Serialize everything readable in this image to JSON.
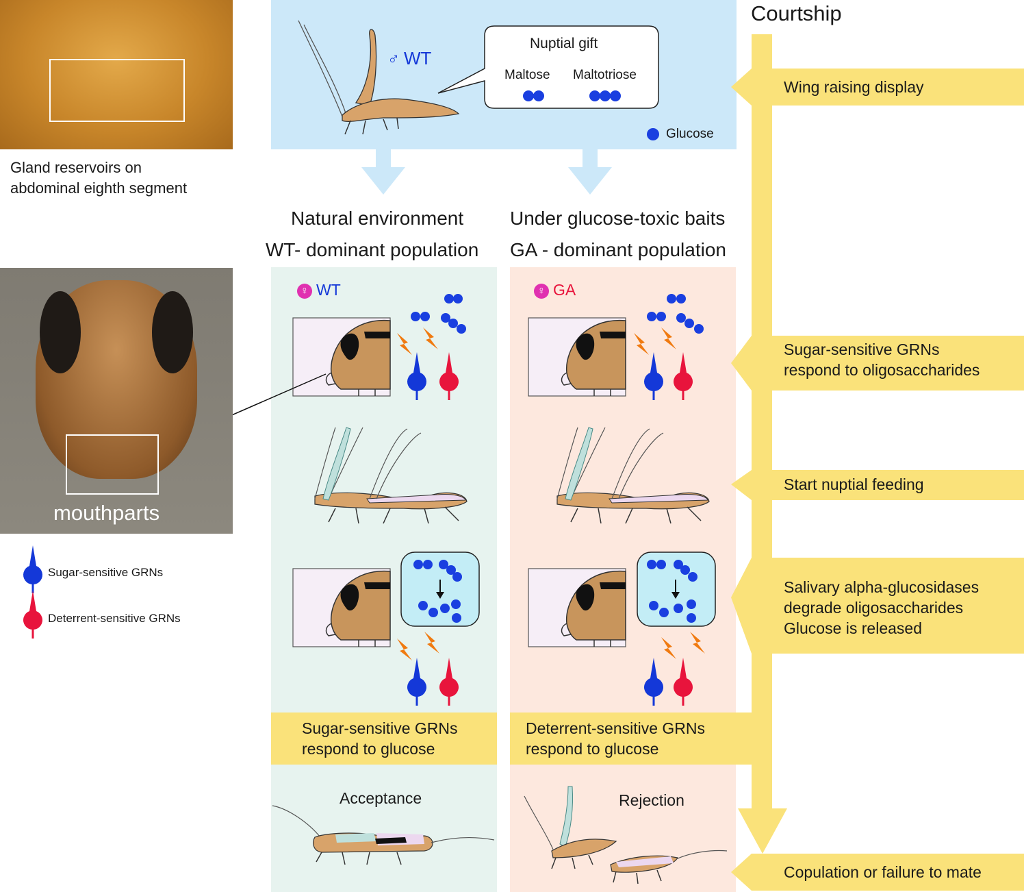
{
  "photos": {
    "gland_caption_line1": "Gland reservoirs on",
    "gland_caption_line2": "abdominal eighth segment",
    "mouthparts_label": "mouthparts"
  },
  "legend": {
    "sugar": "Sugar-sensitive GRNs",
    "deterrent": "Deterrent-sensitive GRNs"
  },
  "top_panel": {
    "male_label": "WT",
    "gift_title": "Nuptial gift",
    "maltose": "Maltose",
    "maltotriose": "Maltotriose",
    "glucose": "Glucose"
  },
  "columns": {
    "left": {
      "line1": "Natural environment",
      "line2": "WT- dominant  population",
      "female_label": "WT",
      "result_line1": "Sugar-sensitive GRNs",
      "result_line2": "respond to glucose",
      "outcome": "Acceptance"
    },
    "right": {
      "line1": "Under glucose-toxic baits",
      "line2": "GA - dominant population",
      "female_label": "GA",
      "result_line1": "Deterrent-sensitive GRNs",
      "result_line2": "respond to glucose",
      "outcome": "Rejection"
    }
  },
  "timeline": {
    "title": "Courtship",
    "steps": [
      {
        "lines": [
          "Wing raising display"
        ]
      },
      {
        "lines": [
          "Sugar-sensitive GRNs",
          "respond to oligosaccharides"
        ]
      },
      {
        "lines": [
          "Start nuptial feeding"
        ]
      },
      {
        "lines": [
          "Salivary alpha-glucosidases",
          "degrade oligosaccharides",
          "Glucose is released"
        ]
      },
      {
        "lines": [
          "Copulation or failure to mate"
        ]
      }
    ]
  },
  "colors": {
    "top_panel": "#cce8f9",
    "left_column": "#e7f3ef",
    "right_column": "#fde8de",
    "timeline": "#fae27a",
    "sugar_neuron": "#1438d8",
    "deterrent_neuron": "#e8143c",
    "spark": "#f07a10",
    "glucose_dot": "#1a3fe0"
  }
}
